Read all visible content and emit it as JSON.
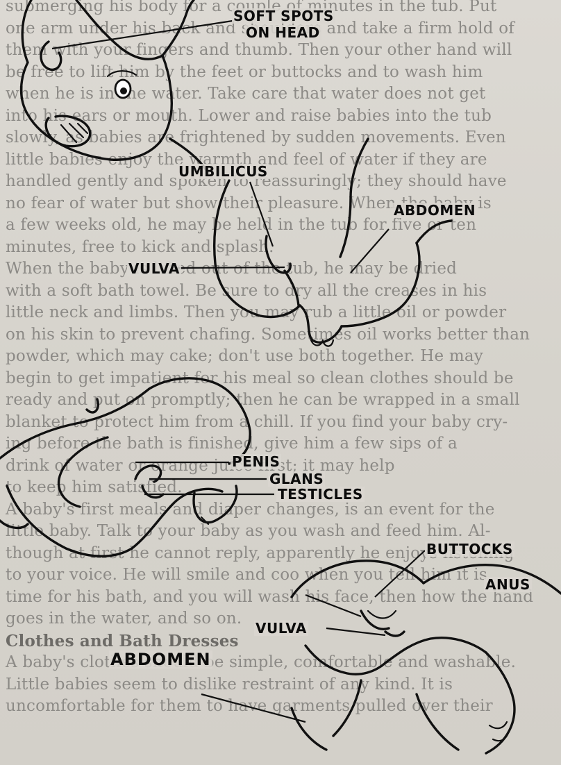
{
  "background_text": {
    "lines": [
      "submerging his body for a couple of minutes in the tub. Put",
      "one arm under his back and shoulders and take a firm hold of",
      "them with your fingers and thumb. Then your other hand will",
      "be free to lift him by the feet or buttocks and to wash him",
      "when he is in the water. Take care that water does not get",
      "into his ears or mouth. Lower and raise babies into the tub",
      "slowly, as babies are frightened by sudden movements. Even",
      "little babies enjoy the warmth and feel of water if they are",
      "handled gently and spoken to reassuringly; they should have",
      "no fear of water but show their pleasure. When the baby is",
      "a few weeks old, he may be held in the tub for five or ten",
      "minutes, free to kick and splash.",
      "When the baby is lifted out of the tub, he may be dried",
      "with a soft bath towel. Be sure to dry all the creases in his",
      "little neck and limbs. Then you may rub a little oil or powder",
      "on his skin to prevent chafing. Sometimes oil works better than",
      "powder, which may cake; don't use both together. He may",
      "begin to get impatient for his meal so clean clothes should be",
      "ready and put on promptly; then he can be wrapped in a small",
      "blanket to protect him from a chill. If you find your baby cry-",
      "ing before the bath is finished, give him a few sips of a",
      "drink of water or orange juice first; it may help",
      "to keep him satisfied.",
      "A baby's first meals and diaper changes, is an event for the",
      "little baby. Talk to your baby as you wash and feed him. Al-",
      "though at first he cannot reply, apparently he enjoys listening",
      "to your voice. He will smile and coo when you tell him it is",
      "time for his bath, and you will wash his face, then how the hand",
      "goes in the water, and so on.",
      "Clothes and Bath Dresses",
      "A baby's clothes should be simple, comfortable and washable.",
      "Little babies seem to dislike restraint of any kind. It is",
      "uncomfortable for them to have garments pulled over their"
    ]
  },
  "labels": {
    "soft_spots_1": "SOFT SPOTS",
    "soft_spots_2": "ON HEAD",
    "umbilicus": "UMBILICUS",
    "abdomen_top": "ABDOMEN",
    "vulva_top": "VULVA",
    "penis": "PENIS",
    "glans": "GLANS",
    "testicles": "TESTICLES",
    "buttocks": "BUTTOCKS",
    "anus": "ANUS",
    "vulva_bottom": "VULVA",
    "abdomen_bottom": "ABDOMEN"
  },
  "colors": {
    "paper": "#d9d6d0",
    "bg_text": "#8c8a86",
    "ink": "#111111"
  }
}
